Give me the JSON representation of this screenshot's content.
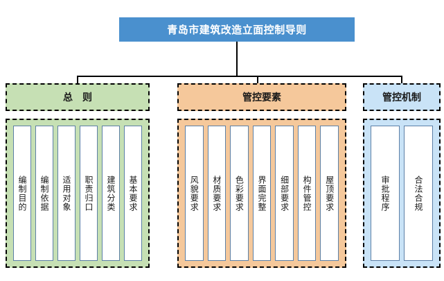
{
  "diagram": {
    "title": "青岛市建筑改造立面控制导则",
    "colors": {
      "title_bg": "#4A90CE",
      "title_text": "#FFFFFF",
      "general_bg": "#C6E0B4",
      "elements_bg": "#F5C89B",
      "mechanism_bg": "#C9E3F7",
      "card_border": "#5B7FA6",
      "card_bg": "#FFFFFF",
      "connector": "#000000"
    },
    "sections": [
      {
        "id": "general",
        "label": "总　则",
        "items": [
          {
            "label": "编制目的"
          },
          {
            "label": "编制依据"
          },
          {
            "label": "适用对象"
          },
          {
            "label": "职责归口"
          },
          {
            "label": "建筑分类"
          },
          {
            "label": "基本要求"
          }
        ]
      },
      {
        "id": "elements",
        "label": "管控要素",
        "items": [
          {
            "label": "风貌要求"
          },
          {
            "label": "材质要求"
          },
          {
            "label": "色彩要求"
          },
          {
            "label": "界面完整"
          },
          {
            "label": "细部要求"
          },
          {
            "label": "构件管控"
          },
          {
            "label": "屋顶要求"
          }
        ]
      },
      {
        "id": "mechanism",
        "label": "管控机制",
        "items": [
          {
            "label": "审批程序"
          },
          {
            "label": "合法合规"
          }
        ]
      }
    ]
  }
}
